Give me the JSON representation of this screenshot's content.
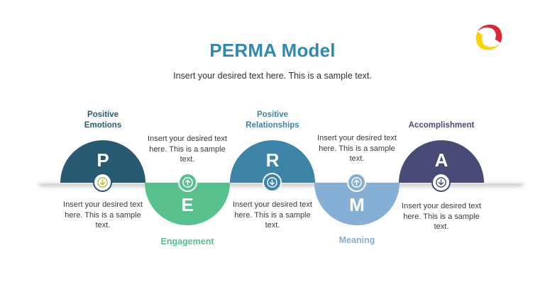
{
  "slide": {
    "title": "PERMA Model",
    "subtitle": "Insert your desired text here. This is a sample text.",
    "title_color": "#2e8ab4"
  },
  "brand": {
    "logo_name": "swoosh-square-logo",
    "red": "#e02531",
    "yellow": "#ffd103"
  },
  "baseline_color": "#ededed",
  "items": [
    {
      "letter": "P",
      "label": "Positive Emotions",
      "position": "top",
      "color": "#275b73",
      "text": "Insert your desired text here. This is a sample text.",
      "icon": {
        "name": "circled-down-arrow",
        "arrow": "down",
        "bg": "#ffffff",
        "ring": "#275b73",
        "glyph": "#a6c23e"
      }
    },
    {
      "letter": "E",
      "label": "Engagement",
      "position": "bottom",
      "color": "#58c08d",
      "text": "Insert your desired text here. This is a sample text.",
      "icon": {
        "name": "circled-up-arrow",
        "arrow": "up",
        "bg": "#58c08d",
        "ring": "#ffffff",
        "glyph": "#ffffff"
      }
    },
    {
      "letter": "R",
      "label": "Positive Relationships",
      "position": "top",
      "color": "#3c84a8",
      "text": "Insert your desired text here. This is a sample text.",
      "icon": {
        "name": "circled-down-arrow",
        "arrow": "down",
        "bg": "#3c84a8",
        "ring": "#ffffff",
        "glyph": "#ffffff"
      }
    },
    {
      "letter": "M",
      "label": "Meaning",
      "position": "bottom",
      "color": "#86afd5",
      "text": "Insert your desired text here. This is a sample text.",
      "icon": {
        "name": "circled-up-arrow",
        "arrow": "up",
        "bg": "#86afd5",
        "ring": "#ffffff",
        "glyph": "#ffffff"
      }
    },
    {
      "letter": "A",
      "label": "Accomplishment",
      "position": "top",
      "color": "#474b76",
      "text": "Insert your desired text here. This is a sample text.",
      "icon": {
        "name": "circled-down-arrow",
        "arrow": "down",
        "bg": "#ffffff",
        "ring": "#474b76",
        "glyph": "#474b76"
      }
    }
  ]
}
